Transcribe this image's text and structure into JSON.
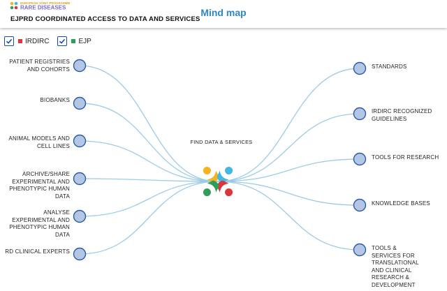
{
  "header": {
    "logo_line1": "EUROPEAN JOINT PROGRAMME",
    "logo_line2": "RARE DISEASES",
    "subtitle": "EJPRD COORDINATED ACCESS TO DATA AND SERVICES",
    "title": "Mind map"
  },
  "filters": [
    {
      "label": "IRDIRC",
      "checked": true,
      "color": "#d9363e"
    },
    {
      "label": "EJP",
      "checked": true,
      "color": "#2e9e5b"
    }
  ],
  "colors": {
    "accent": "#2f86c6",
    "node_fill": "#b3c6e4",
    "node_stroke": "#2a5aa8",
    "connector": "#9ccbe6"
  },
  "mindmap": {
    "center": {
      "label": "FIND DATA & SERVICES"
    },
    "left_nodes": [
      {
        "label": "PATIENT REGISTRIES AND COHORTS"
      },
      {
        "label": "BIOBANKS"
      },
      {
        "label": "ANIMAL MODELS AND CELL LINES"
      },
      {
        "label": "ARCHIVE/SHARE EXPERIMENTAL AND PHENOTYPIC HUMAN DATA"
      },
      {
        "label": "ANALYSE EXPERIMENTAL AND PHENOTYPIC HUMAN DATA"
      },
      {
        "label": "RD CLINICAL EXPERTS"
      }
    ],
    "right_nodes": [
      {
        "label": "STANDARDS"
      },
      {
        "label": "IRDIRC RECOGNIZED GUIDELINES"
      },
      {
        "label": "TOOLS FOR RESEARCH"
      },
      {
        "label": "KNOWLEDGE BASES"
      },
      {
        "label": "TOOLS & SERVICES FOR TRANSLATIONAL AND CLINICAL RESEARCH & DEVELOPMENT"
      }
    ]
  }
}
